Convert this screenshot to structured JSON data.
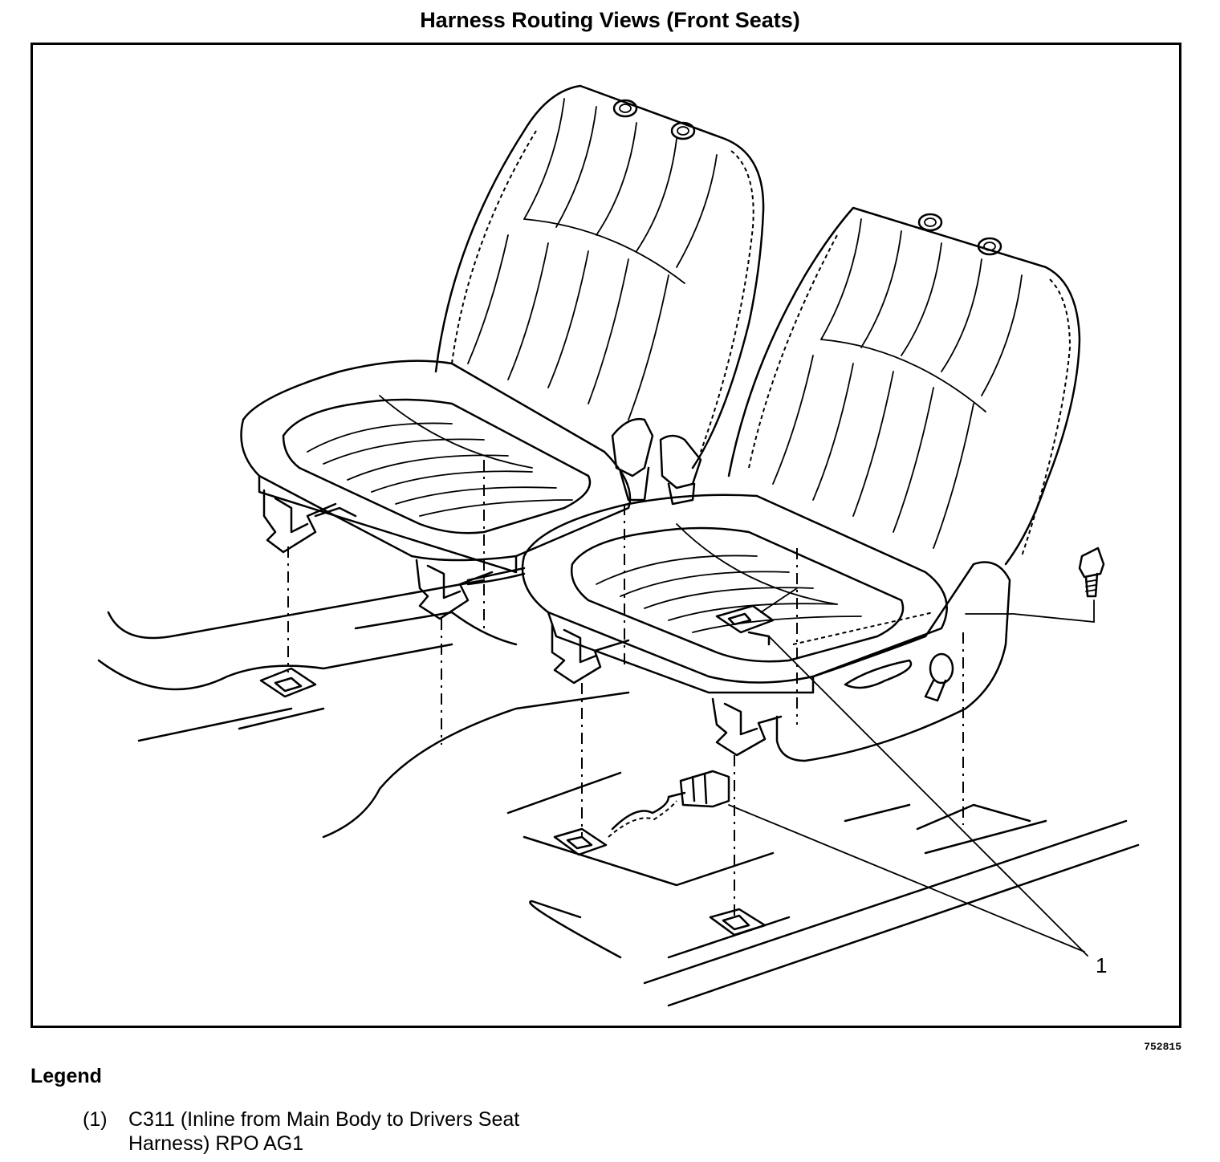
{
  "title": "Harness Routing Views (Front Seats)",
  "figure_id": "752815",
  "callouts": [
    {
      "number": "1"
    }
  ],
  "legend": {
    "heading": "Legend",
    "items": [
      {
        "number": "(1)",
        "line1": "C311 (Inline from Main Body to Drivers Seat",
        "line2": "Harness) RPO AG1"
      }
    ]
  }
}
